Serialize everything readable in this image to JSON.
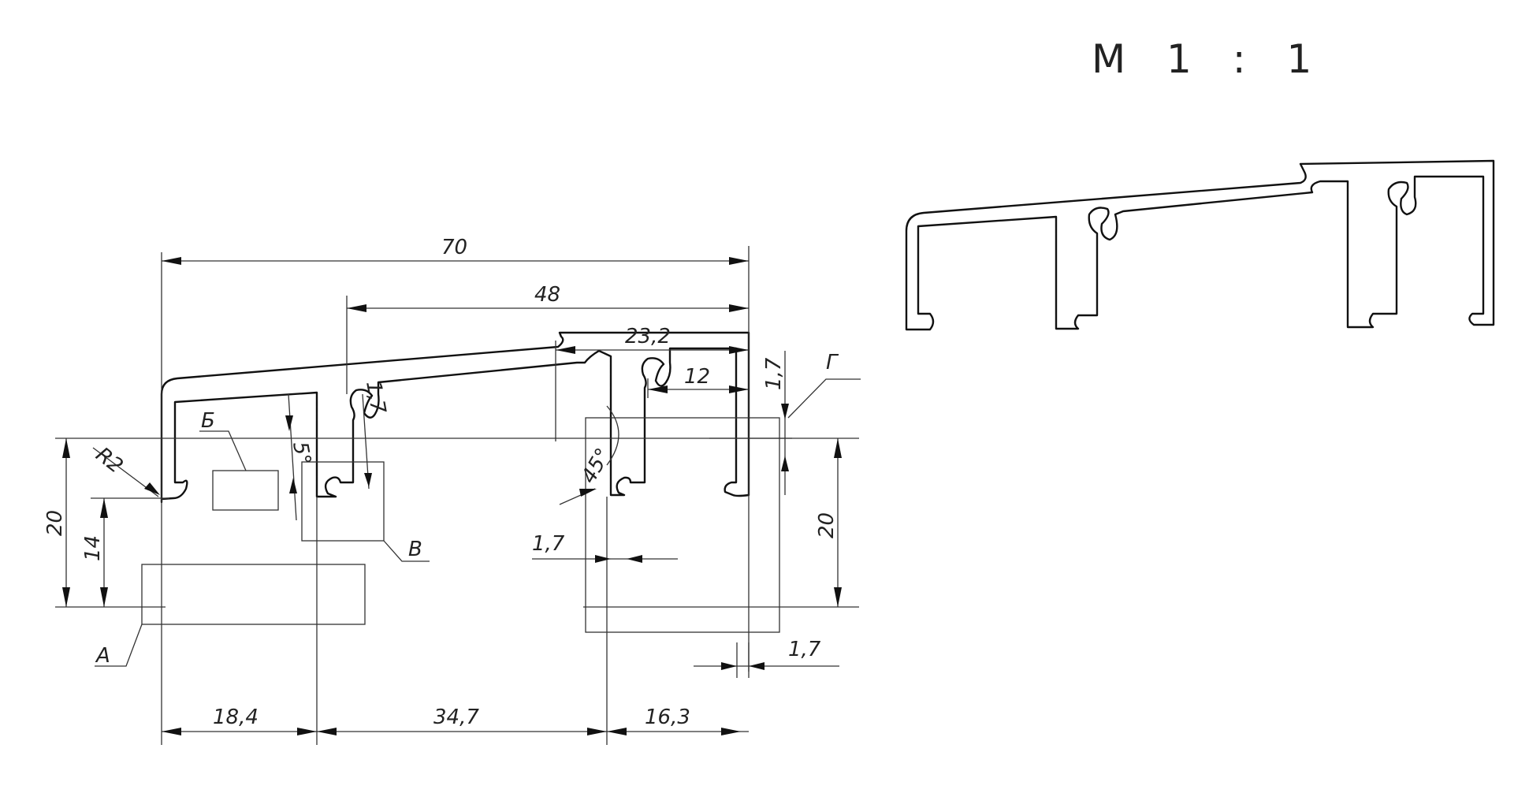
{
  "scale_label": "M 1 : 1",
  "dimensions": {
    "overall_width": "70",
    "width_48": "48",
    "width_23_2": "23,2",
    "width_12": "12",
    "wall_1_7_top": "1,7",
    "wall_1_7_diag": "1,7",
    "wall_1_7_mid": "1,7",
    "wall_1_7_bottom": "1,7",
    "height_20_left": "20",
    "height_14": "14",
    "height_20_right": "20",
    "bottom_18_4": "18,4",
    "bottom_34_7": "34,7",
    "bottom_16_3": "16,3",
    "radius": "R2",
    "angle": "45°",
    "angle_5": "5°"
  },
  "detail_labels": {
    "a": "А",
    "b": "Б",
    "v": "В",
    "g": "Г"
  },
  "colors": {
    "line": "#111111",
    "text": "#222222",
    "background": "#ffffff"
  }
}
